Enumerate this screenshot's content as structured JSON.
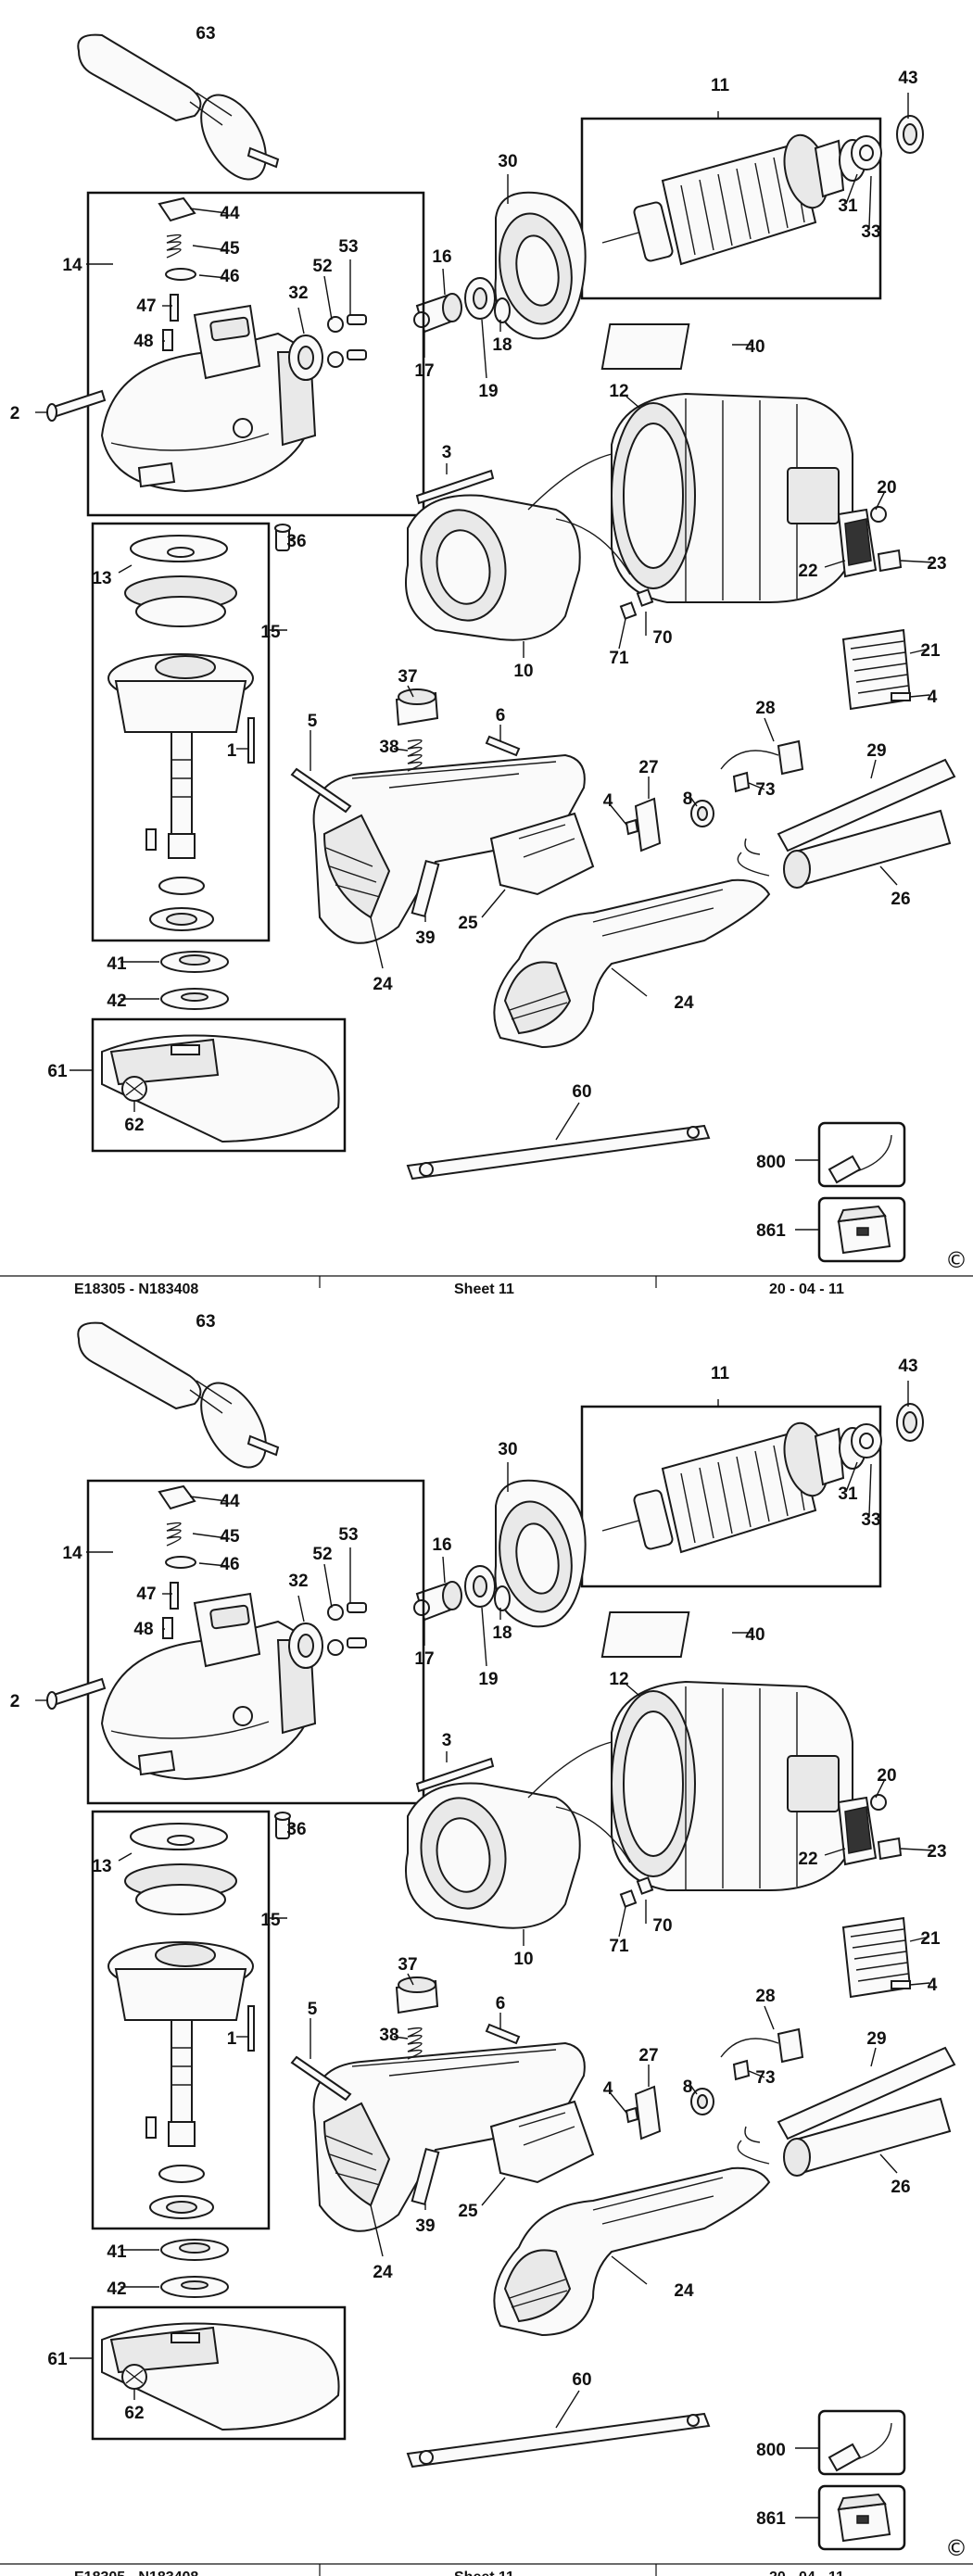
{
  "sheet": {
    "labels": [
      "63",
      "11",
      "43",
      "30",
      "31",
      "33",
      "44",
      "14",
      "45",
      "46",
      "16",
      "52",
      "53",
      "47",
      "32",
      "48",
      "18",
      "17",
      "19",
      "2",
      "40",
      "12",
      "3",
      "20",
      "36",
      "13",
      "22",
      "23",
      "15",
      "10",
      "70",
      "71",
      "21",
      "4",
      "37",
      "5",
      "6",
      "1",
      "28",
      "38",
      "27",
      "73",
      "29",
      "4",
      "8",
      "39",
      "25",
      "24",
      "26",
      "24",
      "41",
      "42",
      "61",
      "60",
      "62",
      "800",
      "861"
    ],
    "copyright": "©",
    "footer_left": "E18305 - N183408",
    "footer_mid": "Sheet 11",
    "footer_right": "20 - 04 - 11"
  }
}
